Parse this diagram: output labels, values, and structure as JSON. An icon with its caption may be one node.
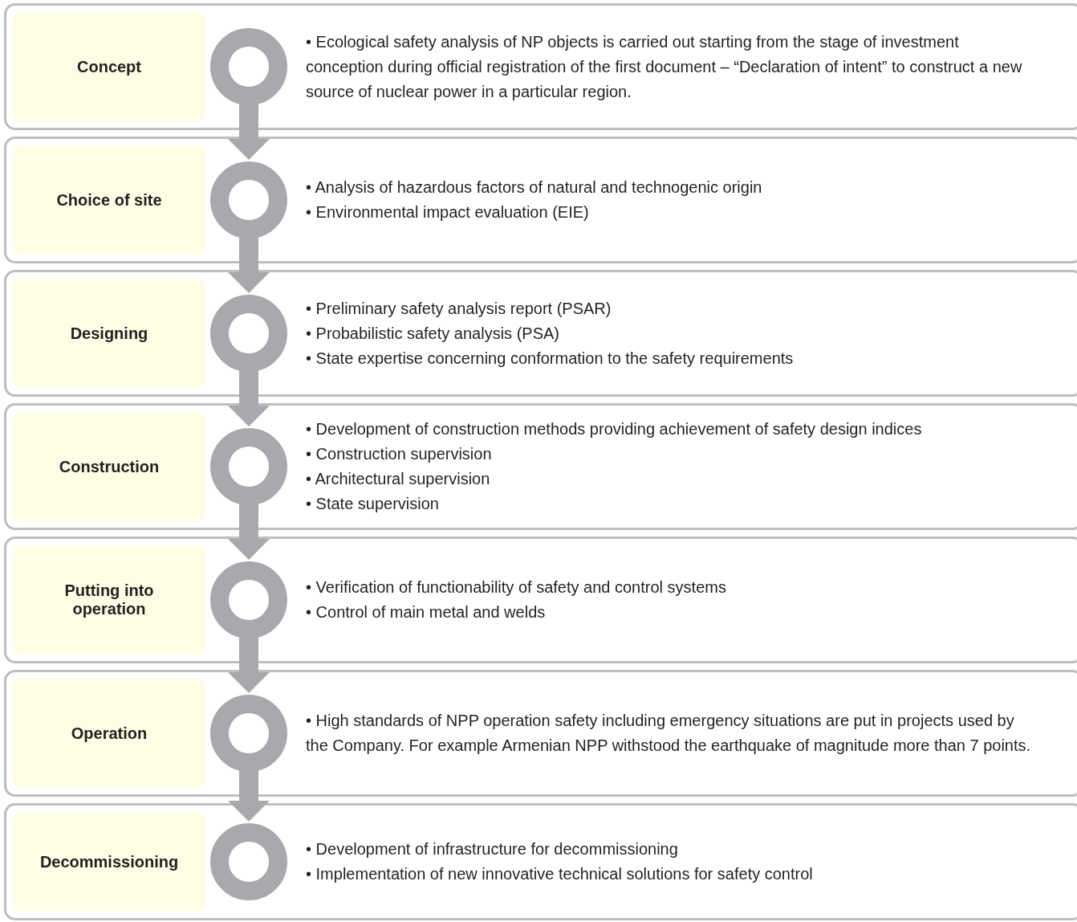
{
  "diagram": {
    "nodes": [
      {
        "text": [
          "• Ecological safety analysis of NP objects is carried out starting from the stage of investment conception during official registration of the first document – “Declaration of intent” to construct a new source of nuclear power in a particular region."
        ]
      },
      {
        "text": [
          "Concept"
        ],
        "in": 0
      },
      {
        "text": [],
        "shape": "circle",
        "in": 0
      },
      {
        "text": [
          "• Analysis of hazardous factors of natural and technogenic origin",
          "• Environmental impact evaluation (EIE)"
        ]
      },
      {
        "text": [
          "Choice of site"
        ],
        "in": 3
      },
      {
        "text": [],
        "shape": "circle",
        "in": 3
      },
      {
        "text": [
          "• Preliminary safety analysis report (PSAR)",
          "• Probabilistic safety analysis (PSA)",
          "• State expertise concerning conformation to the safety requirements"
        ]
      },
      {
        "text": [
          "Designing"
        ],
        "in": 6
      },
      {
        "text": [],
        "shape": "circle",
        "in": 6
      },
      {
        "text": [
          "• Development of construction methods providing achievement of safety design indices",
          "• Construction supervision",
          "• Architectural supervision",
          "• State supervision"
        ]
      },
      {
        "text": [
          "Construction"
        ],
        "in": 9
      },
      {
        "text": [],
        "shape": "circle",
        "in": 9
      },
      {
        "text": [
          "• Verification of functionability of safety and control systems",
          "• Control of main metal and welds"
        ]
      },
      {
        "text": [
          "Putting into operation"
        ],
        "in": 12
      },
      {
        "text": [],
        "shape": "circle",
        "in": 12
      },
      {
        "text": [
          "• High standards of NPP operation safety including emergency situations are put in projects used by the Company. For example Armenian NPP withstood the earthquake of magnitude more than 7 points."
        ]
      },
      {
        "text": [
          "Operation"
        ],
        "in": 15
      },
      {
        "text": [],
        "shape": "circle",
        "in": 15
      },
      {
        "text": [
          "• Development of infrastructure for decommissioning",
          "• Implementation of new innovative technical solutions for safety control"
        ]
      },
      {
        "text": [
          "Decommissioning"
        ],
        "in": 18
      },
      {
        "text": [],
        "shape": "circle",
        "in": 18
      }
    ],
    "edges": [
      {
        "from": 2,
        "to": 5,
        "arrow": "to"
      },
      {
        "from": 5,
        "to": 8,
        "arrow": "to"
      },
      {
        "from": 8,
        "to": 11,
        "arrow": "to"
      },
      {
        "from": 11,
        "to": 14,
        "arrow": "to"
      },
      {
        "from": 14,
        "to": 17,
        "arrow": "to"
      },
      {
        "from": 17,
        "to": 20,
        "arrow": "to"
      }
    ]
  }
}
